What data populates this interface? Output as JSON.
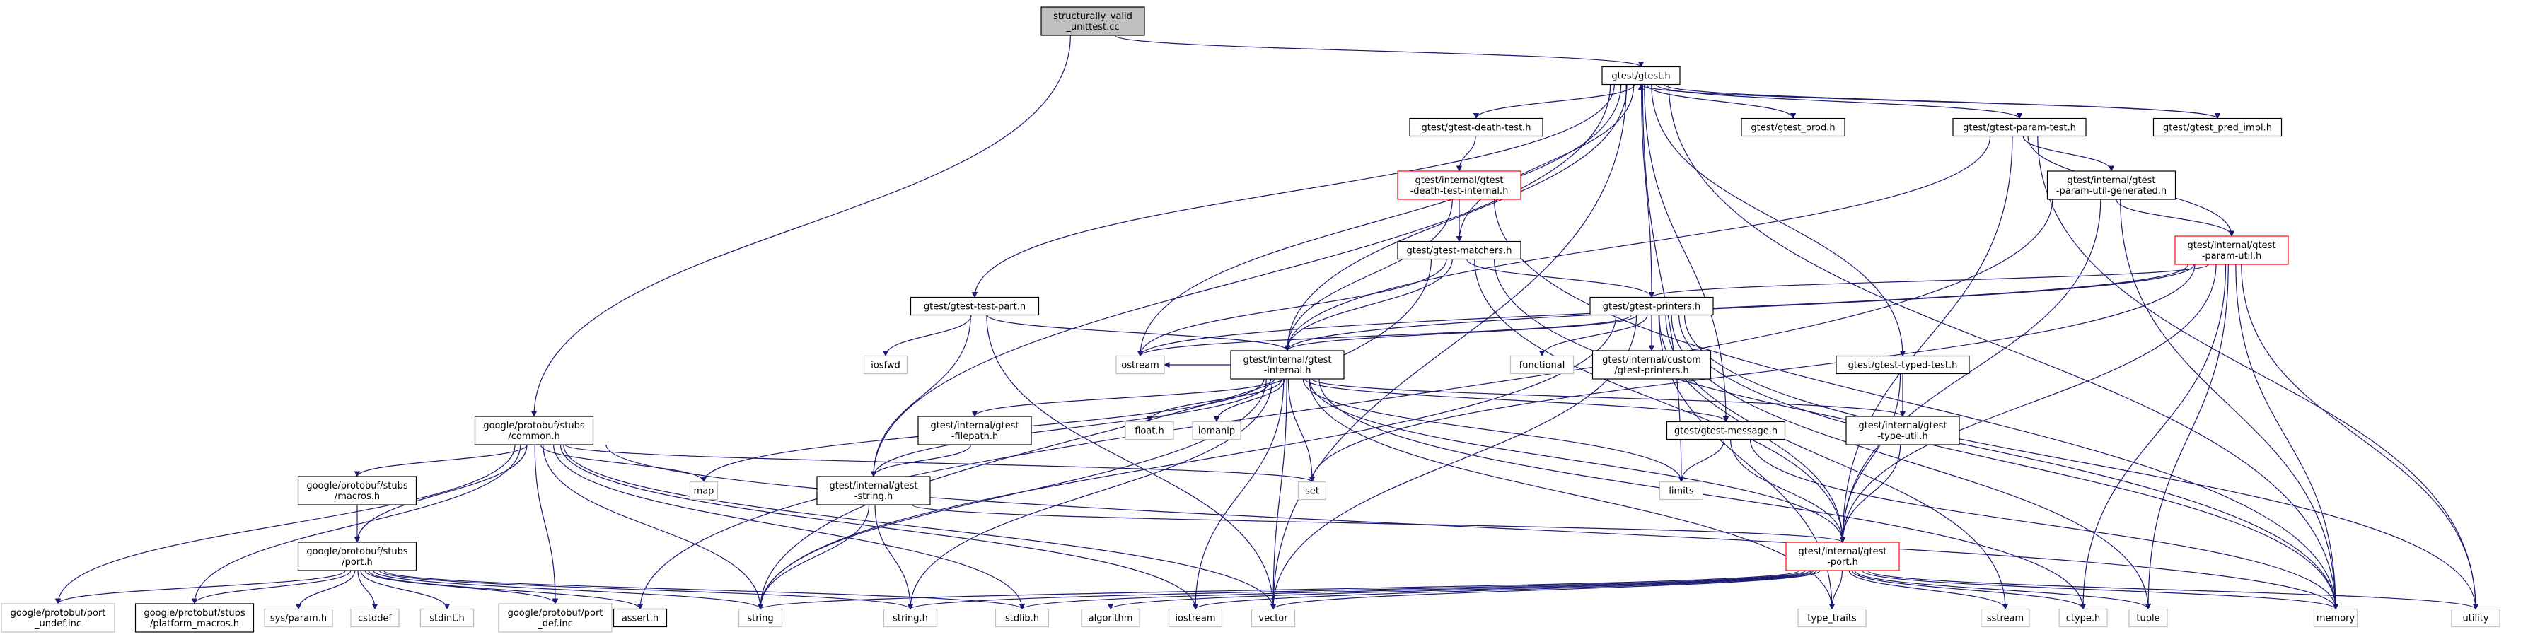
{
  "colors": {
    "edge": "#191970",
    "border_normal": "#000000",
    "border_incomplete": "#ff0000",
    "border_system": "#bfbfbf",
    "fill_root": "#bfbfbf",
    "fill_default": "#ffffff"
  },
  "nodes": {
    "root": {
      "lines": [
        "structurally_valid",
        "_unittest.cc"
      ],
      "kind": "root"
    },
    "gtest": {
      "lines": [
        "gtest/gtest.h"
      ],
      "kind": "normal"
    },
    "death_test": {
      "lines": [
        "gtest/gtest-death-test.h"
      ],
      "kind": "normal"
    },
    "prod": {
      "lines": [
        "gtest/gtest_prod.h"
      ],
      "kind": "normal"
    },
    "param_test": {
      "lines": [
        "gtest/gtest-param-test.h"
      ],
      "kind": "normal"
    },
    "pred_impl": {
      "lines": [
        "gtest/gtest_pred_impl.h"
      ],
      "kind": "normal"
    },
    "death_internal": {
      "lines": [
        "gtest/internal/gtest",
        "-death-test-internal.h"
      ],
      "kind": "incomplete"
    },
    "param_util_gen": {
      "lines": [
        "gtest/internal/gtest",
        "-param-util-generated.h"
      ],
      "kind": "normal"
    },
    "matchers": {
      "lines": [
        "gtest/gtest-matchers.h"
      ],
      "kind": "normal"
    },
    "param_util": {
      "lines": [
        "gtest/internal/gtest",
        "-param-util.h"
      ],
      "kind": "incomplete"
    },
    "test_part": {
      "lines": [
        "gtest/gtest-test-part.h"
      ],
      "kind": "normal"
    },
    "printers": {
      "lines": [
        "gtest/gtest-printers.h"
      ],
      "kind": "normal"
    },
    "iosfwd": {
      "lines": [
        "iosfwd"
      ],
      "kind": "system"
    },
    "ostream": {
      "lines": [
        "ostream"
      ],
      "kind": "system"
    },
    "internal": {
      "lines": [
        "gtest/internal/gtest",
        "-internal.h"
      ],
      "kind": "normal"
    },
    "functional": {
      "lines": [
        "functional"
      ],
      "kind": "system"
    },
    "custom_printers": {
      "lines": [
        "gtest/internal/custom",
        "/gtest-printers.h"
      ],
      "kind": "normal"
    },
    "typed_test": {
      "lines": [
        "gtest/gtest-typed-test.h"
      ],
      "kind": "normal"
    },
    "common": {
      "lines": [
        "google/protobuf/stubs",
        "/common.h"
      ],
      "kind": "normal"
    },
    "filepath": {
      "lines": [
        "gtest/internal/gtest",
        "-filepath.h"
      ],
      "kind": "normal"
    },
    "float": {
      "lines": [
        "float.h"
      ],
      "kind": "system"
    },
    "iomanip": {
      "lines": [
        "iomanip"
      ],
      "kind": "system"
    },
    "message": {
      "lines": [
        "gtest/gtest-message.h"
      ],
      "kind": "normal"
    },
    "type_util": {
      "lines": [
        "gtest/internal/gtest",
        "-type-util.h"
      ],
      "kind": "normal"
    },
    "macros": {
      "lines": [
        "google/protobuf/stubs",
        "/macros.h"
      ],
      "kind": "normal"
    },
    "map": {
      "lines": [
        "map"
      ],
      "kind": "system"
    },
    "set": {
      "lines": [
        "set"
      ],
      "kind": "system"
    },
    "limits": {
      "lines": [
        "limits"
      ],
      "kind": "system"
    },
    "gstring": {
      "lines": [
        "gtest/internal/gtest",
        "-string.h"
      ],
      "kind": "normal"
    },
    "port_h": {
      "lines": [
        "google/protobuf/stubs",
        "/port.h"
      ],
      "kind": "normal"
    },
    "gport": {
      "lines": [
        "gtest/internal/gtest",
        "-port.h"
      ],
      "kind": "incomplete"
    },
    "port_undef": {
      "lines": [
        "google/protobuf/port",
        "_undef.inc"
      ],
      "kind": "system"
    },
    "platform_macros": {
      "lines": [
        "google/protobuf/stubs",
        "/platform_macros.h"
      ],
      "kind": "normal"
    },
    "sys_param": {
      "lines": [
        "sys/param.h"
      ],
      "kind": "system"
    },
    "cstddef": {
      "lines": [
        "cstddef"
      ],
      "kind": "system"
    },
    "stdint": {
      "lines": [
        "stdint.h"
      ],
      "kind": "system"
    },
    "port_def": {
      "lines": [
        "google/protobuf/port",
        "_def.inc"
      ],
      "kind": "system"
    },
    "assert": {
      "lines": [
        "assert.h"
      ],
      "kind": "normal"
    },
    "string": {
      "lines": [
        "string"
      ],
      "kind": "system"
    },
    "string_h": {
      "lines": [
        "string.h"
      ],
      "kind": "system"
    },
    "stdlib": {
      "lines": [
        "stdlib.h"
      ],
      "kind": "system"
    },
    "algorithm": {
      "lines": [
        "algorithm"
      ],
      "kind": "system"
    },
    "iostream": {
      "lines": [
        "iostream"
      ],
      "kind": "system"
    },
    "vector": {
      "lines": [
        "vector"
      ],
      "kind": "system"
    },
    "type_traits": {
      "lines": [
        "type_traits"
      ],
      "kind": "system"
    },
    "sstream": {
      "lines": [
        "sstream"
      ],
      "kind": "system"
    },
    "ctype": {
      "lines": [
        "ctype.h"
      ],
      "kind": "system"
    },
    "tuple": {
      "lines": [
        "tuple"
      ],
      "kind": "system"
    },
    "memory": {
      "lines": [
        "memory"
      ],
      "kind": "system"
    },
    "utility": {
      "lines": [
        "utility"
      ],
      "kind": "system"
    }
  },
  "edges": [
    [
      "root",
      "gtest"
    ],
    [
      "root",
      "common"
    ],
    [
      "gtest",
      "death_test"
    ],
    [
      "gtest",
      "prod"
    ],
    [
      "gtest",
      "param_test"
    ],
    [
      "gtest",
      "pred_impl"
    ],
    [
      "gtest",
      "matchers"
    ],
    [
      "gtest",
      "test_part"
    ],
    [
      "gtest",
      "printers"
    ],
    [
      "gtest",
      "internal"
    ],
    [
      "gtest",
      "typed_test"
    ],
    [
      "gtest",
      "message"
    ],
    [
      "gtest",
      "gstring"
    ],
    [
      "gtest",
      "ostream"
    ],
    [
      "gtest",
      "vector"
    ],
    [
      "gtest",
      "limits"
    ],
    [
      "gtest",
      "memory"
    ],
    [
      "death_test",
      "death_internal"
    ],
    [
      "death_internal",
      "matchers"
    ],
    [
      "death_internal",
      "internal"
    ],
    [
      "death_internal",
      "memory"
    ],
    [
      "param_test",
      "param_util_gen"
    ],
    [
      "param_test",
      "param_util"
    ],
    [
      "param_test",
      "internal"
    ],
    [
      "param_test",
      "gport"
    ],
    [
      "param_test",
      "utility"
    ],
    [
      "pred_impl",
      "gtest"
    ],
    [
      "param_util_gen",
      "param_util"
    ],
    [
      "param_util_gen",
      "gport"
    ],
    [
      "param_util_gen",
      "assert"
    ],
    [
      "param_util_gen",
      "memory"
    ],
    [
      "param_util",
      "printers"
    ],
    [
      "param_util",
      "internal"
    ],
    [
      "param_util",
      "gport"
    ],
    [
      "param_util",
      "ctype"
    ],
    [
      "param_util",
      "tuple"
    ],
    [
      "param_util",
      "memory"
    ],
    [
      "param_util",
      "utility"
    ],
    [
      "param_util",
      "ostream"
    ],
    [
      "param_util",
      "set"
    ],
    [
      "matchers",
      "printers"
    ],
    [
      "matchers",
      "internal"
    ],
    [
      "matchers",
      "gport"
    ],
    [
      "matchers",
      "ostream"
    ],
    [
      "matchers",
      "string"
    ],
    [
      "matchers",
      "memory"
    ],
    [
      "test_part",
      "iosfwd"
    ],
    [
      "test_part",
      "internal"
    ],
    [
      "test_part",
      "gstring"
    ],
    [
      "test_part",
      "vector"
    ],
    [
      "printers",
      "ostream"
    ],
    [
      "printers",
      "functional"
    ],
    [
      "printers",
      "custom_printers"
    ],
    [
      "printers",
      "internal"
    ],
    [
      "printers",
      "gport"
    ],
    [
      "printers",
      "utility"
    ],
    [
      "printers",
      "tuple"
    ],
    [
      "printers",
      "sstream"
    ],
    [
      "printers",
      "vector"
    ],
    [
      "printers",
      "type_traits"
    ],
    [
      "printers",
      "string"
    ],
    [
      "printers",
      "memory"
    ],
    [
      "internal",
      "filepath"
    ],
    [
      "internal",
      "float"
    ],
    [
      "internal",
      "iomanip"
    ],
    [
      "internal",
      "message"
    ],
    [
      "internal",
      "type_util"
    ],
    [
      "internal",
      "gstring"
    ],
    [
      "internal",
      "gport"
    ],
    [
      "internal",
      "map"
    ],
    [
      "internal",
      "set"
    ],
    [
      "internal",
      "limits"
    ],
    [
      "internal",
      "vector"
    ],
    [
      "internal",
      "string"
    ],
    [
      "internal",
      "string_h"
    ],
    [
      "internal",
      "ctype"
    ],
    [
      "internal",
      "type_traits"
    ],
    [
      "internal",
      "iostream"
    ],
    [
      "internal",
      "ostream"
    ],
    [
      "typed_test",
      "type_util"
    ],
    [
      "typed_test",
      "gport"
    ],
    [
      "common",
      "macros"
    ],
    [
      "common",
      "port_h"
    ],
    [
      "common",
      "map"
    ],
    [
      "common",
      "set"
    ],
    [
      "common",
      "port_undef"
    ],
    [
      "common",
      "platform_macros"
    ],
    [
      "common",
      "port_def"
    ],
    [
      "common",
      "string"
    ],
    [
      "common",
      "stdlib"
    ],
    [
      "common",
      "iostream"
    ],
    [
      "common",
      "vector"
    ],
    [
      "common",
      "memory"
    ],
    [
      "filepath",
      "gstring"
    ],
    [
      "message",
      "gport"
    ],
    [
      "message",
      "limits"
    ],
    [
      "message",
      "memory"
    ],
    [
      "type_util",
      "gport"
    ],
    [
      "macros",
      "port_h"
    ],
    [
      "gstring",
      "gport"
    ],
    [
      "gstring",
      "string"
    ],
    [
      "gstring",
      "string_h"
    ],
    [
      "port_h",
      "port_undef"
    ],
    [
      "port_h",
      "platform_macros"
    ],
    [
      "port_h",
      "sys_param"
    ],
    [
      "port_h",
      "cstddef"
    ],
    [
      "port_h",
      "stdint"
    ],
    [
      "port_h",
      "port_def"
    ],
    [
      "port_h",
      "assert"
    ],
    [
      "port_h",
      "string"
    ],
    [
      "port_h",
      "string_h"
    ],
    [
      "port_h",
      "stdlib"
    ],
    [
      "gport",
      "string"
    ],
    [
      "gport",
      "string_h"
    ],
    [
      "gport",
      "stdlib"
    ],
    [
      "gport",
      "algorithm"
    ],
    [
      "gport",
      "iostream"
    ],
    [
      "gport",
      "vector"
    ],
    [
      "gport",
      "type_traits"
    ],
    [
      "gport",
      "sstream"
    ],
    [
      "gport",
      "ctype"
    ],
    [
      "gport",
      "tuple"
    ],
    [
      "gport",
      "memory"
    ],
    [
      "gport",
      "utility"
    ]
  ]
}
